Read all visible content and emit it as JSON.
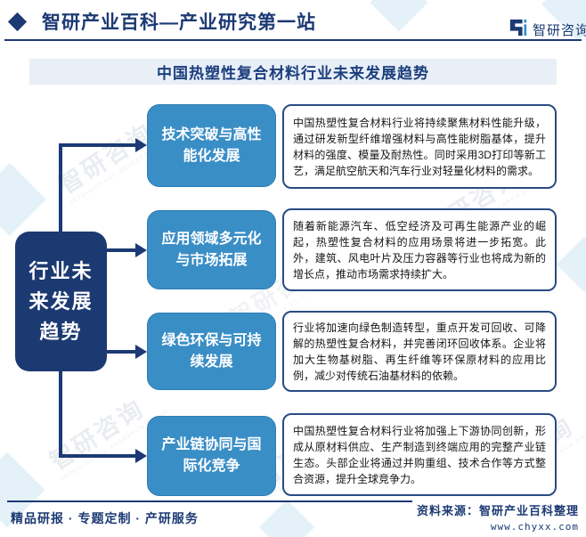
{
  "header": {
    "site_title": "智研产业百科—产业研究第一站",
    "brand_name": "智研咨询"
  },
  "diagram": {
    "title": "中国热塑性复合材料行业未来发展趋势",
    "center_node": "行业未来发展趋势",
    "branches": [
      {
        "label": "技术突破与高性能化发展",
        "description": "中国热塑性复合材料行业将持续聚焦材料性能升级，通过研发新型纤维增强材料与高性能树脂基体，提升材料的强度、模量及耐热性。同时采用3D打印等新工艺，满足航空航天和汽车行业对轻量化材料的需求。"
      },
      {
        "label": "应用领域多元化与市场拓展",
        "description": "随着新能源汽车、低空经济及可再生能源产业的崛起，热塑性复合材料的应用场景将进一步拓宽。此外，建筑、风电叶片及压力容器等行业也将成为新的增长点，推动市场需求持续扩大。"
      },
      {
        "label": "绿色环保与可持续发展",
        "description": "行业将加速向绿色制造转型，重点开发可回收、可降解的热塑性复合材料，并完善闭环回收体系。企业将加大生物基树脂、再生纤维等环保原材料的应用比例，减少对传统石油基材料的依赖。"
      },
      {
        "label": "产业链协同与国际化竞争",
        "description": "中国热塑性复合材料行业将加强上下游协同创新，形成从原材料供应、生产制造到终端应用的完整产业链生态。头部企业将通过并购重组、技术合作等方式整合资源，提升全球竞争力。"
      }
    ]
  },
  "footer": {
    "services": "精品研报 · 专题定制 · 产研服务",
    "source": "资料来源：智研产业百科整理",
    "website": "www.chyxx.com"
  },
  "watermark": {
    "text": "智研咨询",
    "subtext": "INTELLIGENCE RESEARCH GROUP"
  },
  "colors": {
    "navy": "#1c3a74",
    "accent_blue": "#3a8ec6",
    "titlebar_bg": "#e9eff7"
  }
}
